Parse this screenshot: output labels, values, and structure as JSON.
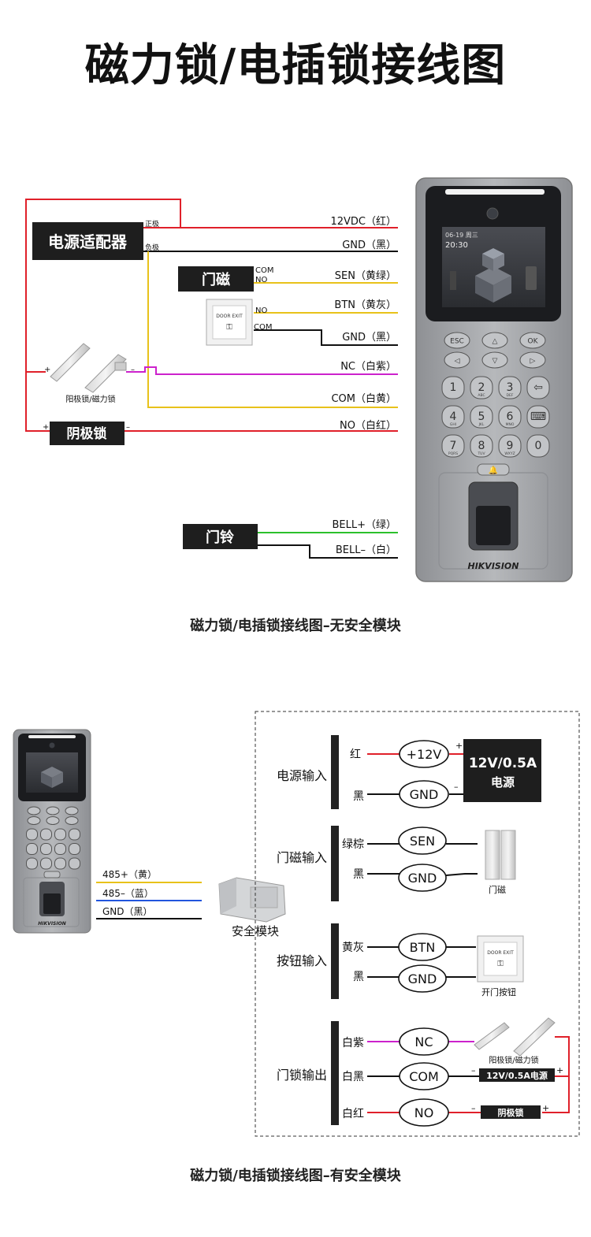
{
  "title": "磁力锁/电插锁接线图",
  "section1": {
    "caption": "磁力锁/电插锁接线图–无安全模块",
    "adapter_label": "电源适配器",
    "adapter_pos": "正极",
    "adapter_neg": "负极",
    "door_sensor_label": "门磁",
    "door_sensor_com": "COM",
    "door_sensor_no": "NO",
    "button_no": "NO",
    "button_com": "COM",
    "button_face": "DOOR EXIT",
    "lock_label": "阳极锁/磁力锁",
    "lock_plus": "+",
    "lock_minus": "–",
    "cathode_label": "阴极锁",
    "cathode_plus": "+",
    "cathode_minus": "–",
    "bell_label": "门铃",
    "wires": [
      "12VDC（红）",
      "GND（黑）",
      "SEN（黄绿）",
      "BTN（黄灰）",
      "GND（黑）",
      "NC（白紫）",
      "COM（白黄）",
      "NO（白红）",
      "BELL+（绿）",
      "BELL–（白）"
    ],
    "device": {
      "date": "06-19 周三",
      "time": "20:30",
      "brand": "HIKVISION",
      "keys_top": [
        "ESC",
        "△",
        "OK"
      ],
      "keys_nav": [
        "◁",
        "▽",
        "▷"
      ],
      "keys_num": [
        "1",
        "2",
        "3",
        "⇦",
        "4",
        "5",
        "6",
        "⌨",
        "7",
        "8",
        "9",
        "0"
      ],
      "key_subs": [
        "",
        "ABC",
        "DEF",
        "",
        "GHI",
        "JKL",
        "MNO",
        "",
        "PQRS",
        "TUV",
        "WXYZ",
        ""
      ]
    }
  },
  "section2": {
    "caption": "磁力锁/电插锁接线图–有安全模块",
    "rs485": [
      "485+（黄）",
      "485–（蓝）",
      "GND（黑）"
    ],
    "module_label": "安全模块",
    "power_input": "电源输入",
    "red": "红",
    "black": "黑",
    "v12": "+12V",
    "gnd": "GND",
    "psu_line1": "12V/0.5A",
    "psu_line2": "电源",
    "plus": "+",
    "minus": "–",
    "door_input": "门磁输入",
    "green_brown": "绿棕",
    "sen": "SEN",
    "door_sensor_caption": "门磁",
    "button_input": "按钮输入",
    "yellow_gray": "黄灰",
    "btn": "BTN",
    "button_caption": "开门按钮",
    "lock_output": "门锁输出",
    "white_purple": "白紫",
    "white_black": "白黑",
    "white_red": "白红",
    "nc": "NC",
    "com": "COM",
    "no": "NO",
    "lock_caption": "阳极锁/磁力锁",
    "psu2": "12V/0.5A电源",
    "cathode": "阴极锁",
    "brand": "HIKVISION"
  },
  "colors": {
    "red": "#e0202a",
    "black": "#111111",
    "yellow": "#e8c21a",
    "purple": "#cc22cc",
    "green": "#2cc02c",
    "blue": "#2255dd",
    "device": "#a9abae",
    "label_bg": "#1e1e1e"
  }
}
